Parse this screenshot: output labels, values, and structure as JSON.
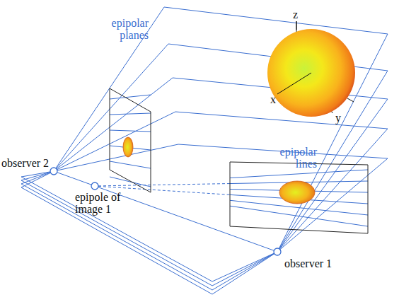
{
  "diagram": {
    "labels": [
      "epipolar planes",
      "z",
      "y",
      "x",
      "observer 2",
      "epipole of image 1",
      "epipolar lines",
      "observer 1"
    ]
  }
}
